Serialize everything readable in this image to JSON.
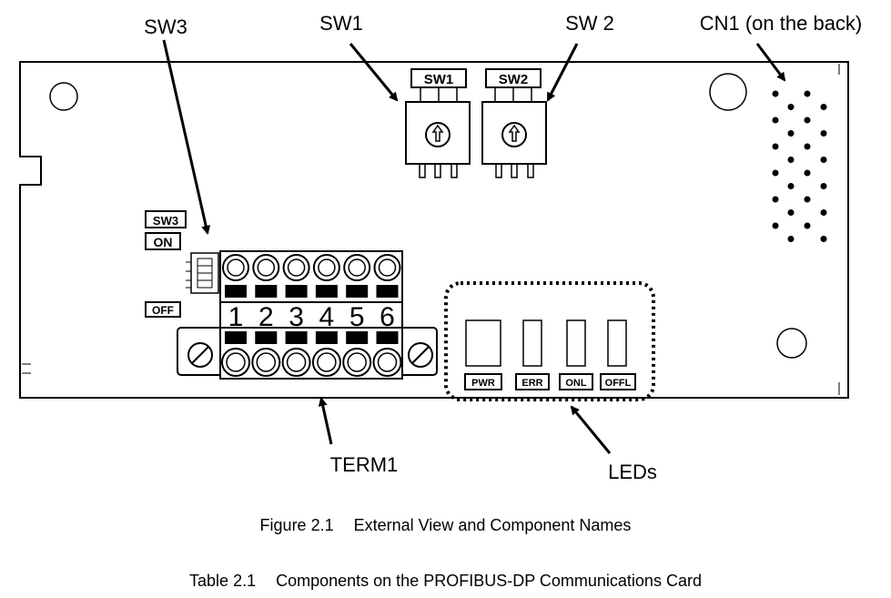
{
  "callouts": {
    "sw3": "SW3",
    "sw1": "SW1",
    "sw2": "SW 2",
    "cn1": "CN1 (on the back)",
    "term1": "TERM1",
    "leds": "LEDs"
  },
  "plates": {
    "sw1": "SW1",
    "sw2": "SW2",
    "sw3": "SW3",
    "on": "ON",
    "off": "OFF"
  },
  "terminal_numbers": [
    "1",
    "2",
    "3",
    "4",
    "5",
    "6"
  ],
  "led_labels": [
    "PWR",
    "ERR",
    "ONL",
    "OFFL"
  ],
  "figure_caption": {
    "number": "Figure 2.1",
    "text": "External View and Component Names"
  },
  "table_caption": {
    "number": "Table 2.1",
    "text": "Components on the PROFIBUS-DP Communications Card"
  }
}
